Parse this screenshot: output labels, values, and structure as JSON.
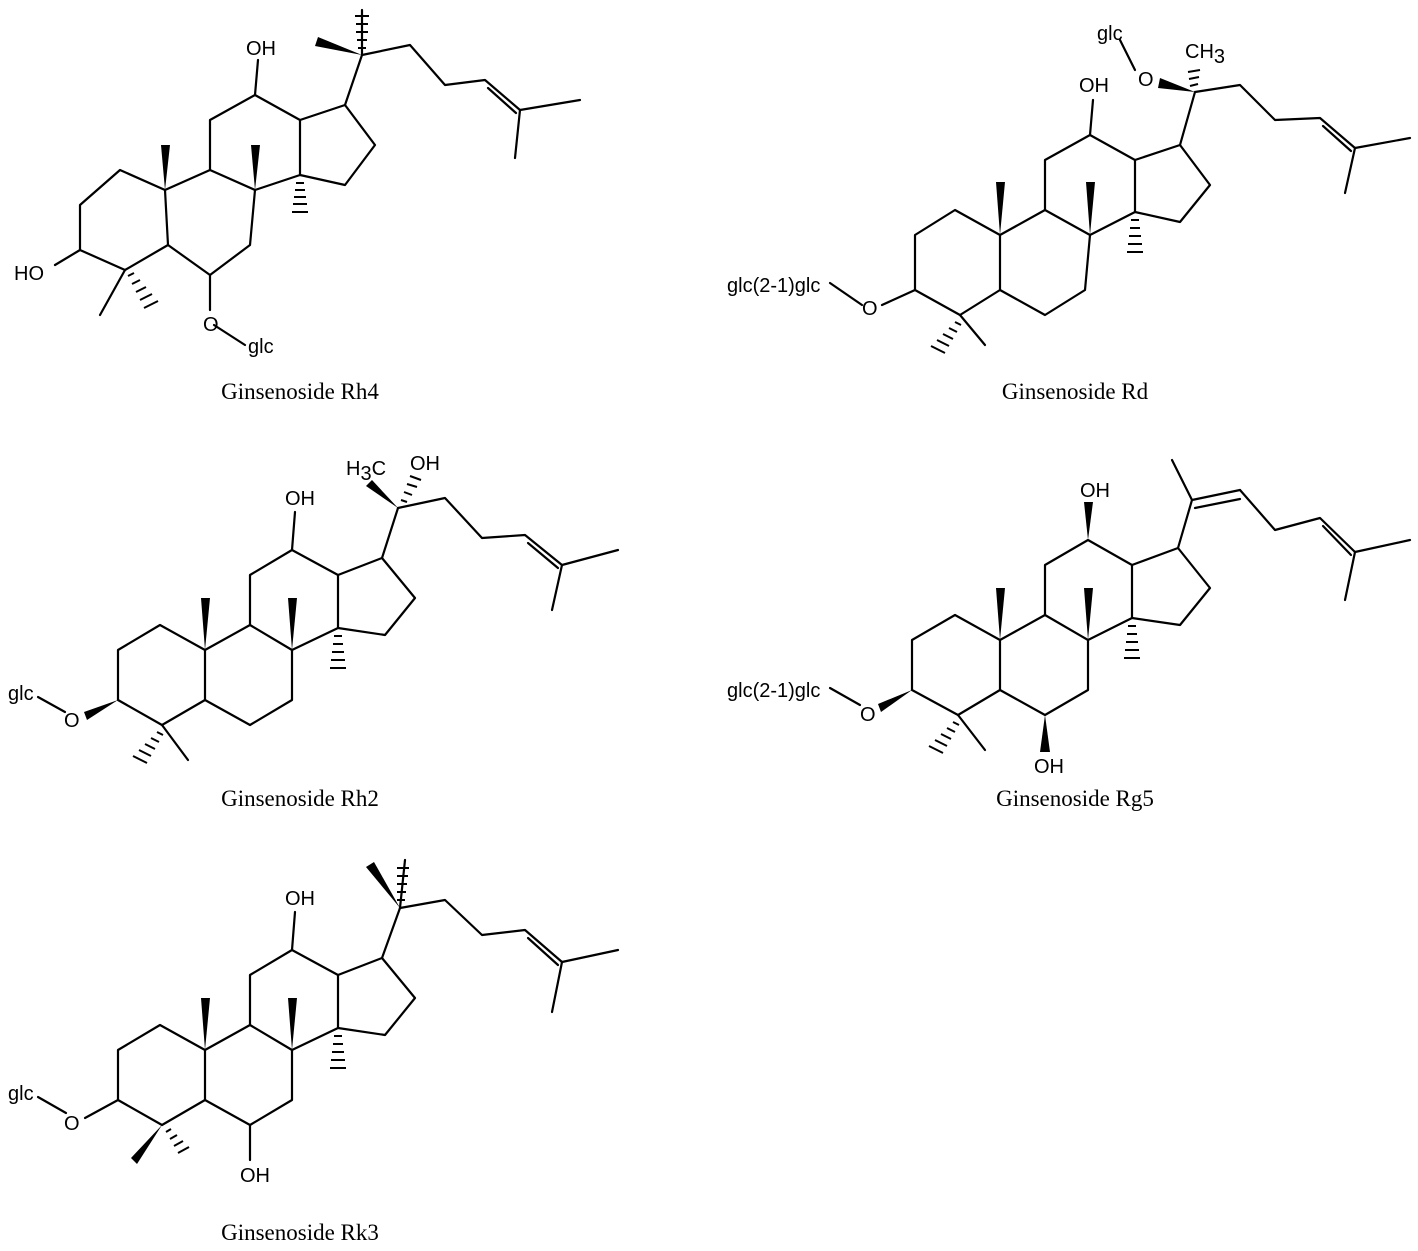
{
  "compounds": [
    {
      "name": "Ginsenoside Rh4",
      "labels": {
        "oh12": "OH",
        "oh3": "HO",
        "o6": "O",
        "sugar6": "glc"
      }
    },
    {
      "name": "Ginsenoside Rd",
      "labels": {
        "sugar20": "glc",
        "o20": "O",
        "ch3": "CH",
        "ch3_sub": "3",
        "oh12": "OH",
        "sugar3": "glc(2-1)glc",
        "o3": "O"
      }
    },
    {
      "name": "Ginsenoside Rh2",
      "labels": {
        "h3c": "H",
        "h3c_sub": "3",
        "h3c_c": "C",
        "oh20": "OH",
        "oh12": "OH",
        "sugar3": "glc",
        "o3": "O"
      }
    },
    {
      "name": "Ginsenoside Rg5",
      "labels": {
        "oh12": "OH",
        "sugar3": "glc(2-1)glc",
        "o3": "O",
        "oh6": "OH"
      }
    },
    {
      "name": "Ginsenoside Rk3",
      "labels": {
        "oh12": "OH",
        "sugar3": "glc",
        "o3": "O",
        "oh6": "OH"
      }
    }
  ]
}
